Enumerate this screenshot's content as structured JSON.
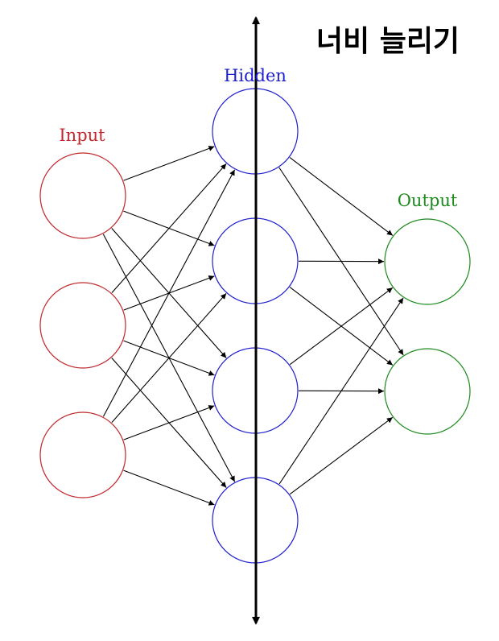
{
  "title": "너비 늘리기",
  "layers": {
    "input": {
      "label": "Input",
      "color": "#c0282d",
      "nodes": 3
    },
    "hidden": {
      "label": "Hidden",
      "color": "#1f1fd0",
      "nodes": 4
    },
    "output": {
      "label": "Output",
      "color": "#1d8a1d",
      "nodes": 2
    }
  },
  "colors": {
    "edge": "#000000",
    "axis": "#000000",
    "title": "#000000"
  }
}
